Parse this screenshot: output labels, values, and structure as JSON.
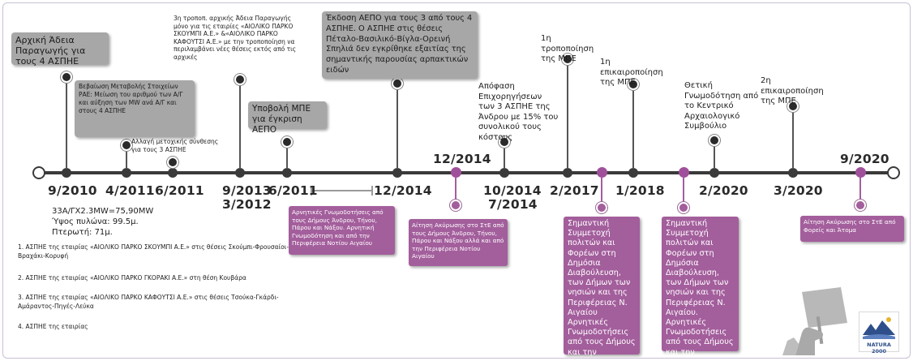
{
  "milestones_top": [
    {
      "text": "Αρχική Άδεια Παραγωγής για τους 4 ΑΣΠΗΕ"
    },
    {
      "text": "Βεβαίωση Μεταβολής Στοιχείων ΡΑΕ: Μείωση του αριθμού των Α/Γ και αύξηση των MW ανά Α/Γ και  στους 4 ΑΣΠΗΕ"
    },
    {
      "text": "Αλλαγή μετοχικής σύνθεσης για τους 3 ΑΣΠΗΕ"
    },
    {
      "text": "3η τροποπ. αρχικής Άδεια Παραγωγής μόνο  για τις εταιρίες «ΑΙΟΛΙΚΟ ΠΑΡΚΟ ΣΚΟΥΜΠΙ Α.Ε.» &«ΑΙΟΛΙΚΟ ΠΑΡΚΟ ΚΑΦΟΥΤΣΙ Α.Ε.» με την τροποποίηση να περιλαμβάνει νέες θέσεις εκτός από τις αρχικές"
    },
    {
      "text": "Υποβολή ΜΠΕ για έγκριση ΑΕΠΟ"
    },
    {
      "text": "Έκδοση ΑΕΠΟ για τους 3 από τους 4 ΑΣΠΗΕ. Ο ΑΣΠΗΕ στις θέσεις Πέταλο-Βασιλικό-Βίγλα-Ορεινή Σπηλιά δεν εγκρίθηκε εξαιτίας της σημαντικής παρουσίας αρπακτικών ειδών"
    },
    {
      "text": "Απόφαση Επιχορηγήσεων των 3 ΑΣΠΗΕ της Άνδρου με 15% του συνολικού τους κόστους"
    },
    {
      "text": "1η τροποποίηση της ΜΠΕ"
    },
    {
      "text": "1η επικαιροποίηση της ΜΠΕ"
    },
    {
      "text": "Θετική Γνωμοδότηση από το Κεντρικό Αρχαιολογικό Συμβούλιο"
    },
    {
      "text": "2η επικαιροποίηση της ΜΠΕ"
    }
  ],
  "dates": {
    "d1": "9/2010",
    "d2": "4/2011",
    "d3": "6/2011",
    "d4": "9/2013",
    "d4b": "3/2012",
    "d5": "6/2011",
    "d6": "12/2014",
    "d7": "12/2014",
    "d8": "10/2014",
    "d8b": "7/2014",
    "d9": "2/2017",
    "d10": "1/2018",
    "d11": "2/2020",
    "d12": "3/2020",
    "d13": "9/2020"
  },
  "specs": {
    "line1": "33Α/ΓΧ2.3MW=75,90MW",
    "line2": "Ύψος πυλώνα: 99.5μ.",
    "line3": "Πτερωτή: 71μ."
  },
  "parks": [
    "1. ΑΣΠΗΕ της εταιρίας «ΑΙΟΛΙΚΟ ΠΑΡΚΟ ΣΚΟΥΜΠΙ Α.Ε.» στις θέσεις Σκούμπι-Φρουσαίοι-Βραχάκι-Κορυφή",
    "2. ΑΣΠΗΕ της εταιρίας «ΑΙΟΛΙΚΟ ΠΑΡΚΟ ΓΚΟΡΑΚΙ Α.Ε.» στη θέση Κουβάρα",
    "3. ΑΣΠΗΕ της εταιρίας «ΑΙΟΛΙΚΟ ΠΑΡΚΟ ΚΑΦΟΥΤΣΙ Α.Ε.» στις θέσεις Τσούκα-Γκάρδι-Αμάραντος-Πηγές-Λεύκα",
    "4. ΑΣΠΗΕ της εταιρίας"
  ],
  "opposition": [
    {
      "text": "Αρνητικές Γνωμοδοτήσεις από τους Δήμους Άνδρου, Τήνου, Πάρου και Νάξου. Αρνητική Γνωμοδότηση και από την Περιφέρεια Νοτίου Αιγαίου"
    },
    {
      "text": "Αίτηση Ακύρωσης στο ΣτΕ από τους Δήμους Άνδρου, Τήνου, Πάρου και Νάξου αλλά και από την Περιφέρεια Νοτίου Αιγαίου"
    },
    {
      "text": "Σημαντική Συμμετοχή πολιτών και Φορέων στη Δημόσια Διαβούλευση, των Δήμων των νησιών και της Περιφέρειας Ν. Αιγαίου Αρνητικές Γνωμοδοτήσεις από τους Δήμους και την Περιφέρεια"
    },
    {
      "text": "Σημαντική Συμμετοχή πολιτών και Φορέων στη Δημόσια Διαβούλευση, των Δήμων των νησιών και της Περιφέρειας Ν. Αιγαίου. Αρνητικές Γνωμοδοτήσεις από τους Δήμους και την Περιφέρεια"
    },
    {
      "text": "Αίτηση Ακύρωσης στο ΣτΕ από Φορείς και Άτομα"
    }
  ],
  "logo": {
    "text": "NATURA 2000"
  },
  "colors": {
    "purple": "#a35e9c",
    "grey_box": "#a7a7a7",
    "axis": "#3a3a3a"
  }
}
